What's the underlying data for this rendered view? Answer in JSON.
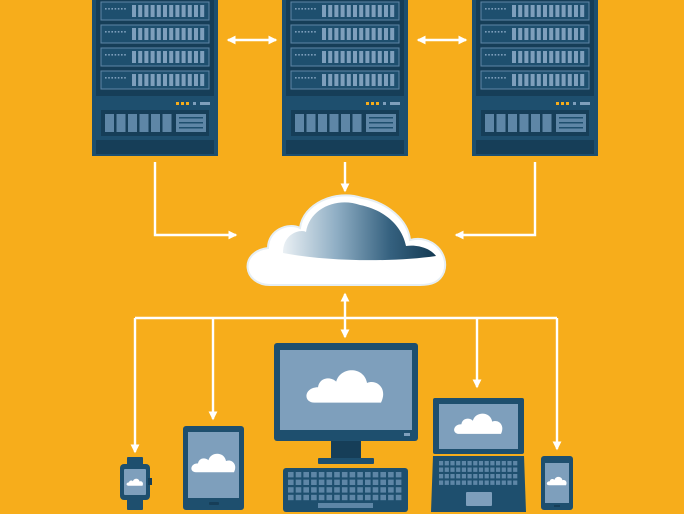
{
  "diagram": {
    "servers": [
      {
        "id": "server-left"
      },
      {
        "id": "server-center"
      },
      {
        "id": "server-right"
      }
    ],
    "hub": {
      "id": "cloud"
    },
    "devices": [
      {
        "id": "smartwatch"
      },
      {
        "id": "tablet"
      },
      {
        "id": "desktop-monitor"
      },
      {
        "id": "keyboard"
      },
      {
        "id": "laptop"
      },
      {
        "id": "smartphone"
      }
    ],
    "connections": [
      {
        "from": "server-left",
        "to": "server-center",
        "bidirectional": true
      },
      {
        "from": "server-center",
        "to": "server-right",
        "bidirectional": true
      },
      {
        "from": "server-left",
        "to": "cloud",
        "bidirectional": false
      },
      {
        "from": "server-center",
        "to": "cloud",
        "bidirectional": false
      },
      {
        "from": "server-right",
        "to": "cloud",
        "bidirectional": false
      },
      {
        "from": "cloud",
        "to": "desktop-monitor",
        "bidirectional": true
      },
      {
        "from": "cloud",
        "to": "smartwatch",
        "bidirectional": false
      },
      {
        "from": "cloud",
        "to": "tablet",
        "bidirectional": false
      },
      {
        "from": "cloud",
        "to": "laptop",
        "bidirectional": false
      },
      {
        "from": "cloud",
        "to": "smartphone",
        "bidirectional": false
      }
    ],
    "icons": {
      "server": "server-rack-icon",
      "cloud": "cloud-icon",
      "screen_cloud": "cloud-icon"
    },
    "colors": {
      "background": "#F7AD1B",
      "device_dark": "#1E4F6E",
      "device_darker": "#163E58",
      "screen": "#7E9FBC",
      "panel_light": "#5E86A6",
      "arrow": "#FFFFFF",
      "cloud_white": "#FFFFFF",
      "indicator": "#F7AD1B"
    }
  }
}
